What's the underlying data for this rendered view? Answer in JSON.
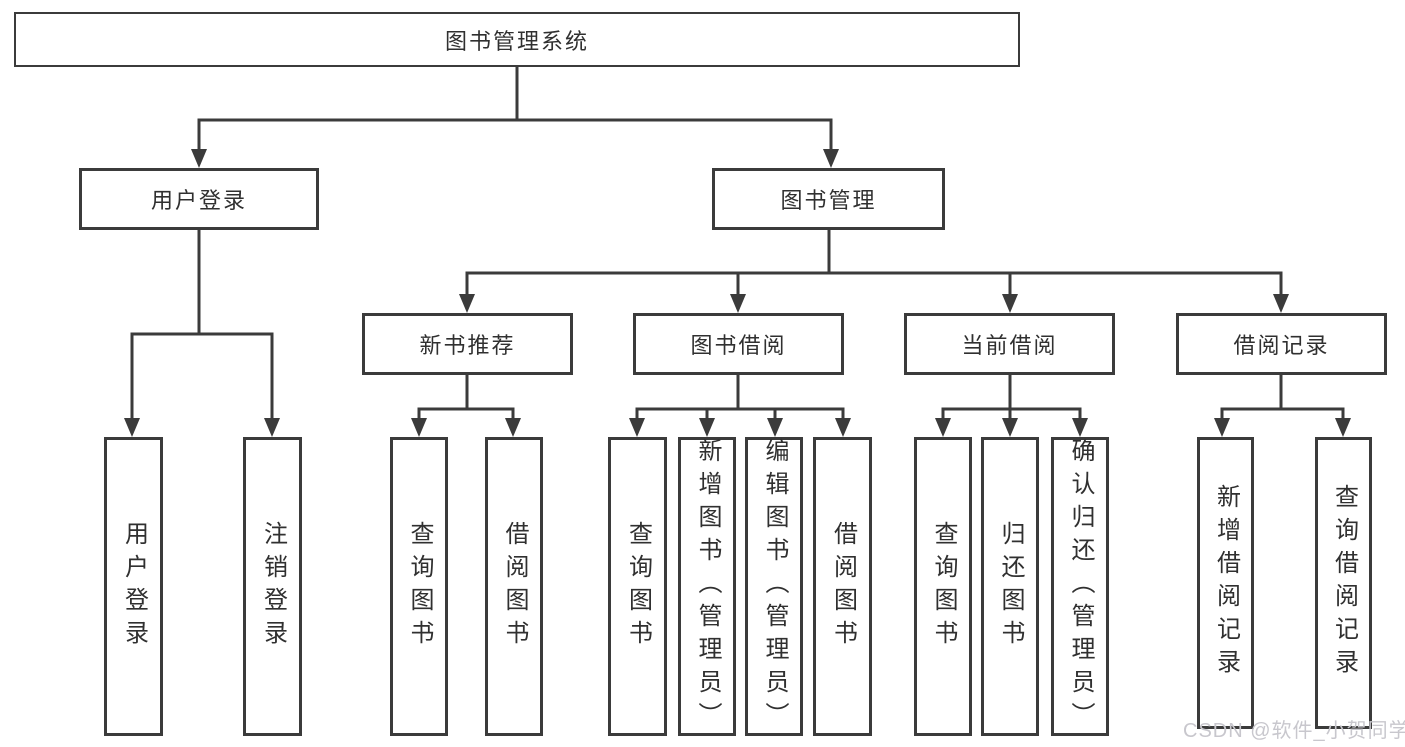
{
  "diagram_title": "图书管理系统",
  "watermark": "CSDN @软件_小贺同学",
  "colors": {
    "line": "#3b3b3b",
    "box_border": "#3b3b3b",
    "text": "#303030",
    "background": "#ffffff",
    "watermark": "#c8c7cd"
  },
  "tree": {
    "root": {
      "label": "图书管理系统"
    },
    "children": [
      {
        "label": "用户登录",
        "children": [
          {
            "label": "用户登录"
          },
          {
            "label": "注销登录"
          }
        ]
      },
      {
        "label": "图书管理",
        "children": [
          {
            "label": "新书推荐",
            "children": [
              {
                "label": "查询图书"
              },
              {
                "label": "借阅图书"
              }
            ]
          },
          {
            "label": "图书借阅",
            "children": [
              {
                "label": "查询图书"
              },
              {
                "label": "新增图书（管理员）"
              },
              {
                "label": "编辑图书（管理员）"
              },
              {
                "label": "借阅图书"
              }
            ]
          },
          {
            "label": "当前借阅",
            "children": [
              {
                "label": "查询图书"
              },
              {
                "label": "归还图书"
              },
              {
                "label": "确认归还（管理员）"
              }
            ]
          },
          {
            "label": "借阅记录",
            "children": [
              {
                "label": "新增借阅记录"
              },
              {
                "label": "查询借阅记录"
              }
            ]
          }
        ]
      }
    ]
  }
}
